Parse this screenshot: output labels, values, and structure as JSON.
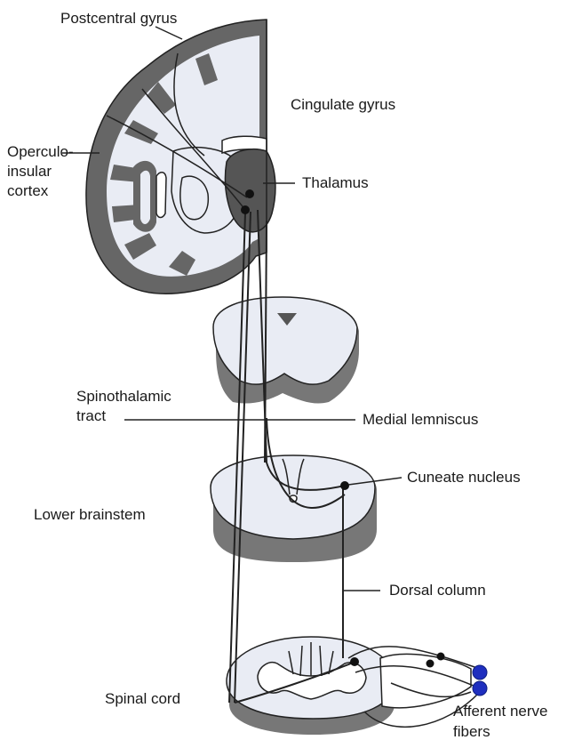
{
  "labels": {
    "postcentral_gyrus": "Postcentral gyrus",
    "cingulate_gyrus": "Cingulate gyrus",
    "operculo_1": "Operculo-",
    "operculo_2": "insular",
    "operculo_3": "cortex",
    "thalamus": "Thalamus",
    "spinothalamic_1": "Spinothalamic",
    "spinothalamic_2": "tract",
    "medial_lemniscus": "Medial lemniscus",
    "cuneate_nucleus": "Cuneate nucleus",
    "lower_brainstem": "Lower brainstem",
    "dorsal_column": "Dorsal column",
    "spinal_cord": "Spinal cord",
    "afferent_1": "Afferent nerve",
    "afferent_2": "fibers"
  },
  "colors": {
    "cortex_grey": "#666666",
    "tissue_light": "#e9ecf4",
    "ink": "#222222",
    "receptor_blue": "#1f2fbf"
  }
}
